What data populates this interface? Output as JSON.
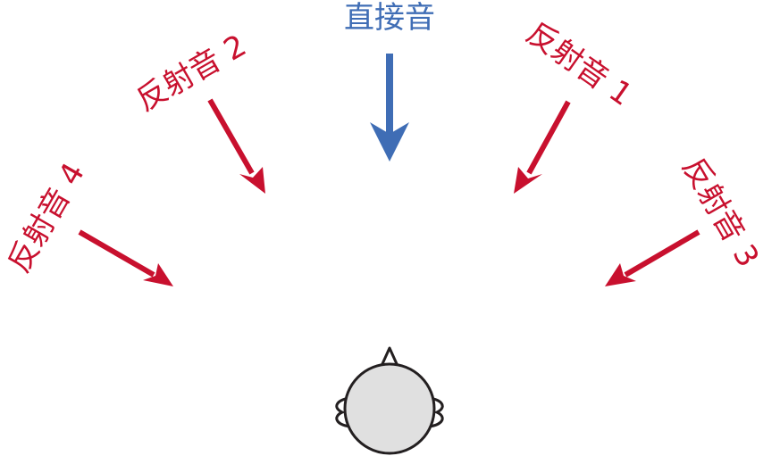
{
  "colors": {
    "direct": "#3f6db5",
    "reflected": "#c8102e",
    "head_fill": "#e0e0e0",
    "head_stroke": "#231f20"
  },
  "labels": {
    "direct": "直接音",
    "reflect1": "反射音 1",
    "reflect2": "反射音 2",
    "reflect3": "反射音 3",
    "reflect4": "反射音 4"
  },
  "icons": {
    "listener": "listener-head-icon"
  }
}
